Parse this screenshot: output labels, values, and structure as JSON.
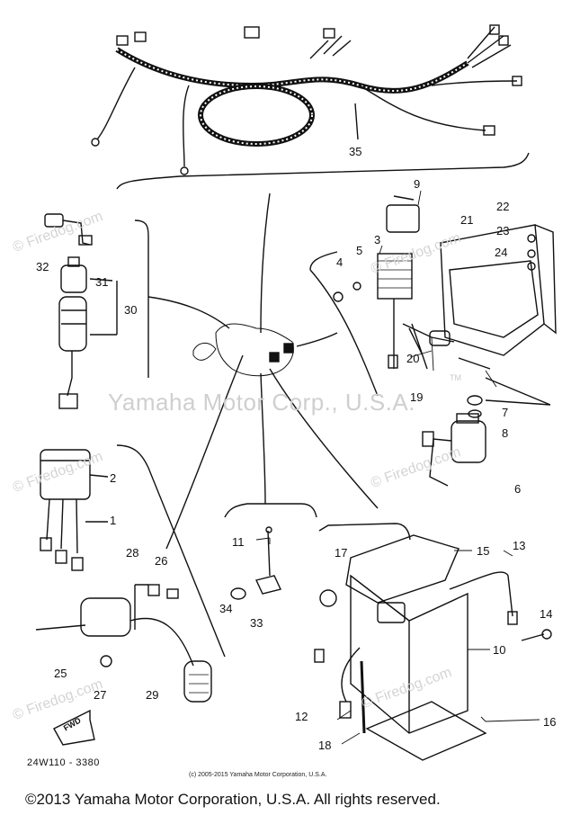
{
  "watermark": {
    "main": "Yamaha Motor Corp., U.S.A.",
    "tm": "TM",
    "firedog": "© Firedog.com"
  },
  "parts": [
    "1",
    "2",
    "3",
    "4",
    "5",
    "6",
    "7",
    "8",
    "9",
    "10",
    "11",
    "12",
    "13",
    "14",
    "15",
    "16",
    "17",
    "18",
    "19",
    "20",
    "21",
    "22",
    "23",
    "24",
    "25",
    "26",
    "27",
    "28",
    "29",
    "30",
    "31",
    "32",
    "33",
    "34",
    "35"
  ],
  "fwd_label": "FWD",
  "part_code": "24W110 - 3380",
  "footer_small": "(c) 2005-2015 Yamaha Motor Corporation, U.S.A.",
  "footer_main": "©2013 Yamaha Motor Corporation, U.S.A. All rights reserved."
}
